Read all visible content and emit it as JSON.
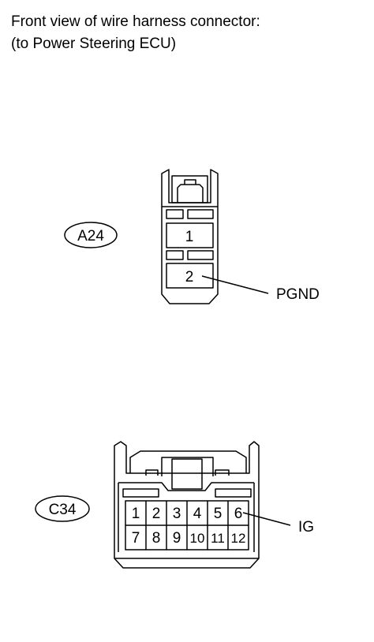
{
  "title": {
    "line1": "Front view of wire harness connector:",
    "line2": "(to Power Steering ECU)"
  },
  "connectors": [
    {
      "code": "A24",
      "pins": [
        "1",
        "2"
      ],
      "callouts": [
        {
          "pin": "2",
          "label": "PGND"
        }
      ]
    },
    {
      "code": "C34",
      "pins_top": [
        "1",
        "2",
        "3",
        "4",
        "5",
        "6"
      ],
      "pins_bottom": [
        "7",
        "8",
        "9",
        "10",
        "11",
        "12"
      ],
      "callouts": [
        {
          "pin": "6",
          "label": "IG"
        }
      ]
    }
  ],
  "colors": {
    "line": "#000000",
    "background": "#ffffff"
  }
}
